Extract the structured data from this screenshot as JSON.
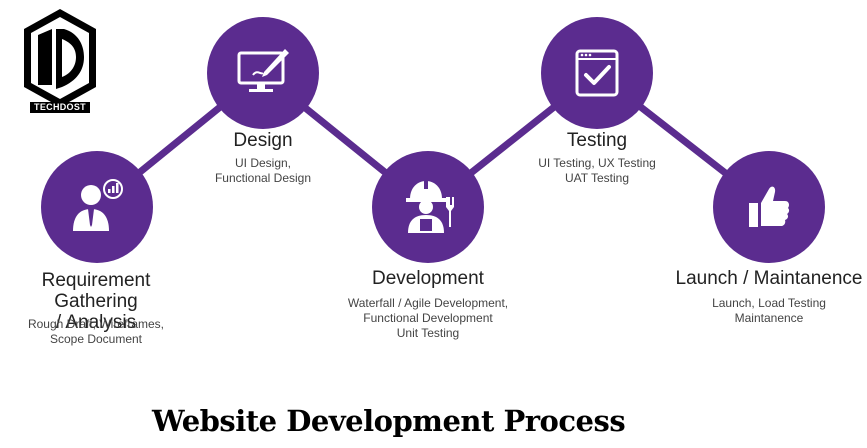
{
  "logo": {
    "text": "TECHDOST"
  },
  "main_title": "Website Development Process",
  "colors": {
    "circle": "#5b2c8f",
    "connector": "#5b2c8f"
  },
  "steps": [
    {
      "icon": "business-person-icon",
      "title_line1": "Requirement Gathering",
      "title_line2": "/ Analysis",
      "desc": [
        "Rough Draft, Wireframes,",
        "Scope Document"
      ]
    },
    {
      "icon": "monitor-pen-icon",
      "title_line1": "Design",
      "desc": [
        "UI Design,",
        "Functional Design"
      ]
    },
    {
      "icon": "worker-wrench-icon",
      "title_line1": "Development",
      "desc": [
        "Waterfall  / Agile Development,",
        "Functional Development",
        "Unit Testing"
      ]
    },
    {
      "icon": "checkbox-window-icon",
      "title_line1": "Testing",
      "desc": [
        "UI Testing, UX Testing",
        "UAT Testing"
      ]
    },
    {
      "icon": "thumbs-up-icon",
      "title_line1": "Launch / Maintanence",
      "desc": [
        "Launch, Load Testing",
        "Maintanence"
      ]
    }
  ]
}
